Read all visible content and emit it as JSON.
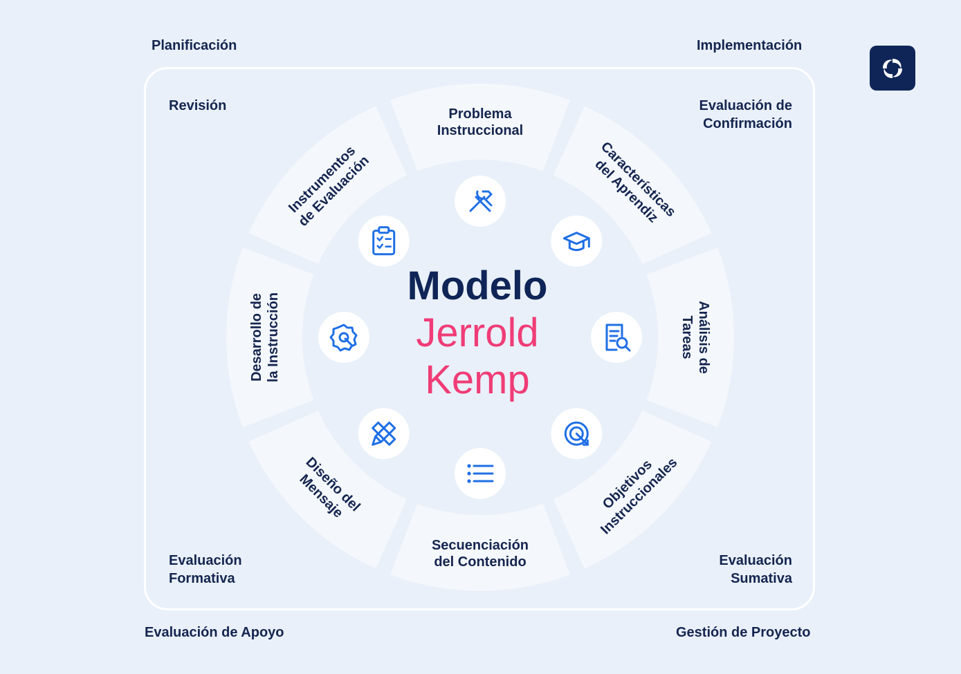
{
  "corners": {
    "outer_top_left": "Planificación",
    "outer_top_right": "Implementación",
    "outer_bottom_left": "Evaluación de Apoyo",
    "outer_bottom_right": "Gestión de Proyecto",
    "inner_top_left": "Revisión",
    "inner_top_right": [
      "Evaluación de",
      "Confirmación"
    ],
    "inner_bottom_left": [
      "Evaluación",
      "Formativa"
    ],
    "inner_bottom_right": [
      "Evaluación",
      "Sumativa"
    ]
  },
  "title": {
    "line1": "Modelo",
    "line2": "Jerrold",
    "line3": "Kemp"
  },
  "segments": [
    {
      "lines": [
        "Problema",
        "Instruccional"
      ],
      "icon": "tools-icon"
    },
    {
      "lines": [
        "Características",
        "del Aprendiz"
      ],
      "icon": "graduation-cap-icon"
    },
    {
      "lines": [
        "Análisis de",
        "Tareas"
      ],
      "icon": "document-search-icon"
    },
    {
      "lines": [
        "Objetivos",
        "Instruccionales"
      ],
      "icon": "target-icon"
    },
    {
      "lines": [
        "Secuenciación",
        "del Contenido"
      ],
      "icon": "list-icon"
    },
    {
      "lines": [
        "Diseño del",
        "Mensaje"
      ],
      "icon": "pencil-ruler-icon"
    },
    {
      "lines": [
        "Desarrollo de",
        "la Instrucción"
      ],
      "icon": "gear-cursor-icon"
    },
    {
      "lines": [
        "Instrumentos",
        "de Evaluación"
      ],
      "icon": "clipboard-checklist-icon"
    }
  ],
  "colors": {
    "navy": "#0f2557",
    "pink": "#f03c76",
    "icon_blue": "#1f6fe5",
    "background": "#e9f0f9"
  },
  "logo_icon": "brand-swirl-icon"
}
